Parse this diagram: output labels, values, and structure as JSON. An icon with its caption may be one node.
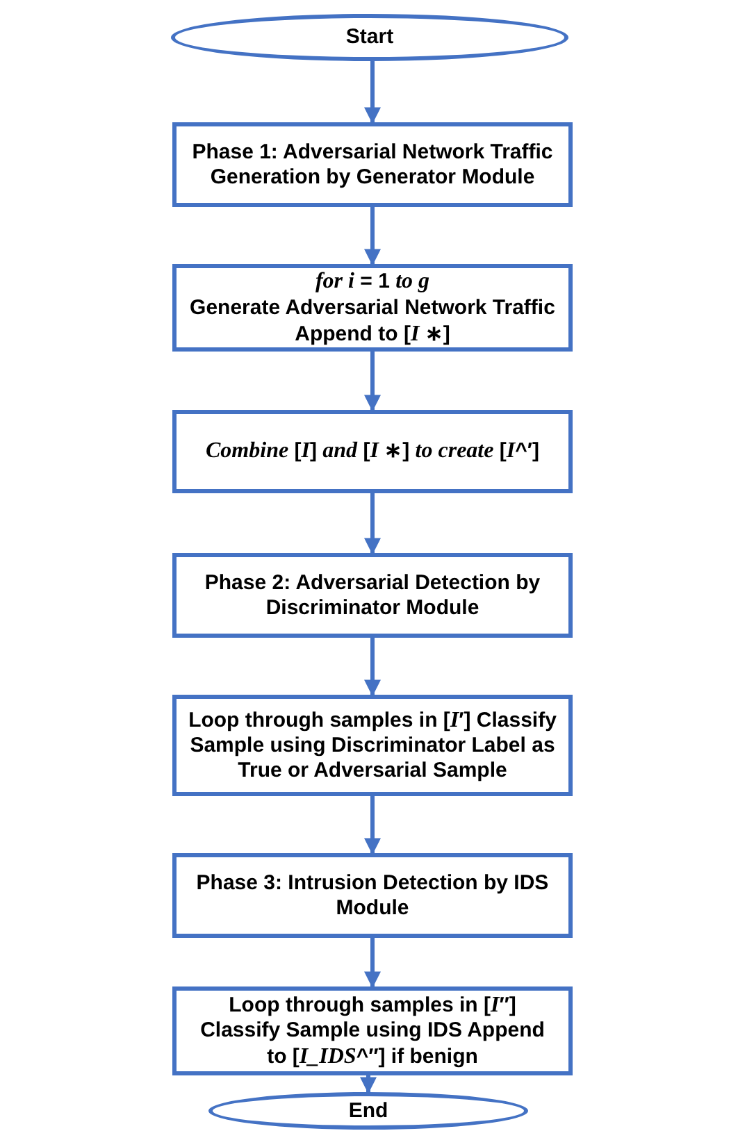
{
  "diagram": {
    "nodes": [
      {
        "text": [
          "Start"
        ]
      },
      {
        "text": [
          "Phase 1: Adversarial Network Traffic Generation by Generator Module"
        ]
      },
      {
        "text": [
          "*for i* = 1 *to g*",
          "Generate Adversarial Network Traffic",
          "Append to [*I* ∗]"
        ]
      },
      {
        "text": [
          "*Combine* [*I*] *and* [*I* ∗] *to create* [*I*^′]"
        ]
      },
      {
        "text": [
          "Phase 2: Adversarial Detection by Discriminator Module"
        ]
      },
      {
        "text": [
          "Loop through samples in [*I*′] Classify Sample using Discriminator Label as True or Adversarial Sample"
        ]
      },
      {
        "text": [
          "Phase 3: Intrusion Detection by IDS Module"
        ]
      },
      {
        "text": [
          "Loop through samples in [*I*″] Classify Sample using IDS Append to [*I_IDS*^″] if benign"
        ]
      },
      {
        "text": [
          "End"
        ]
      }
    ],
    "edges": [
      {
        "from": 0,
        "to": 1,
        "arrow": "to"
      },
      {
        "from": 1,
        "to": 2,
        "arrow": "to"
      },
      {
        "from": 2,
        "to": 3,
        "arrow": "to"
      },
      {
        "from": 3,
        "to": 4,
        "arrow": "to"
      },
      {
        "from": 4,
        "to": 5,
        "arrow": "to"
      },
      {
        "from": 5,
        "to": 6,
        "arrow": "to"
      },
      {
        "from": 6,
        "to": 7,
        "arrow": "to"
      },
      {
        "from": 7,
        "to": 8,
        "arrow": "to"
      }
    ]
  }
}
